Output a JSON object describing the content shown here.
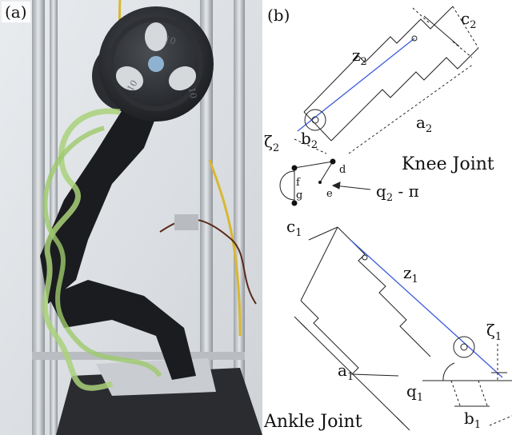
{
  "panels": {
    "a": {
      "label": "(a)"
    },
    "b": {
      "label": "(b)"
    }
  },
  "photo": {
    "plate_marks": {
      "top": "10",
      "right": "10",
      "left": "10"
    }
  },
  "diagram": {
    "knee": {
      "title": "Knee Joint",
      "c": "c",
      "c_sub": "2",
      "z": "z",
      "z_sub": "2",
      "a": "a",
      "a_sub": "2",
      "zeta": "ζ",
      "zeta_sub": "2",
      "b": "b",
      "b_sub": "2",
      "d": "d",
      "e": "e",
      "f": "f",
      "g": "g",
      "angle": "q",
      "angle_sub": "2",
      "angle_tail": " - π"
    },
    "ankle": {
      "title": "Ankle Joint",
      "c": "c",
      "c_sub": "1",
      "z": "z",
      "z_sub": "1",
      "a": "a",
      "a_sub": "1",
      "zeta": "ζ",
      "zeta_sub": "1",
      "q": "q",
      "q_sub": "1",
      "b": "b",
      "b_sub": "1"
    }
  }
}
